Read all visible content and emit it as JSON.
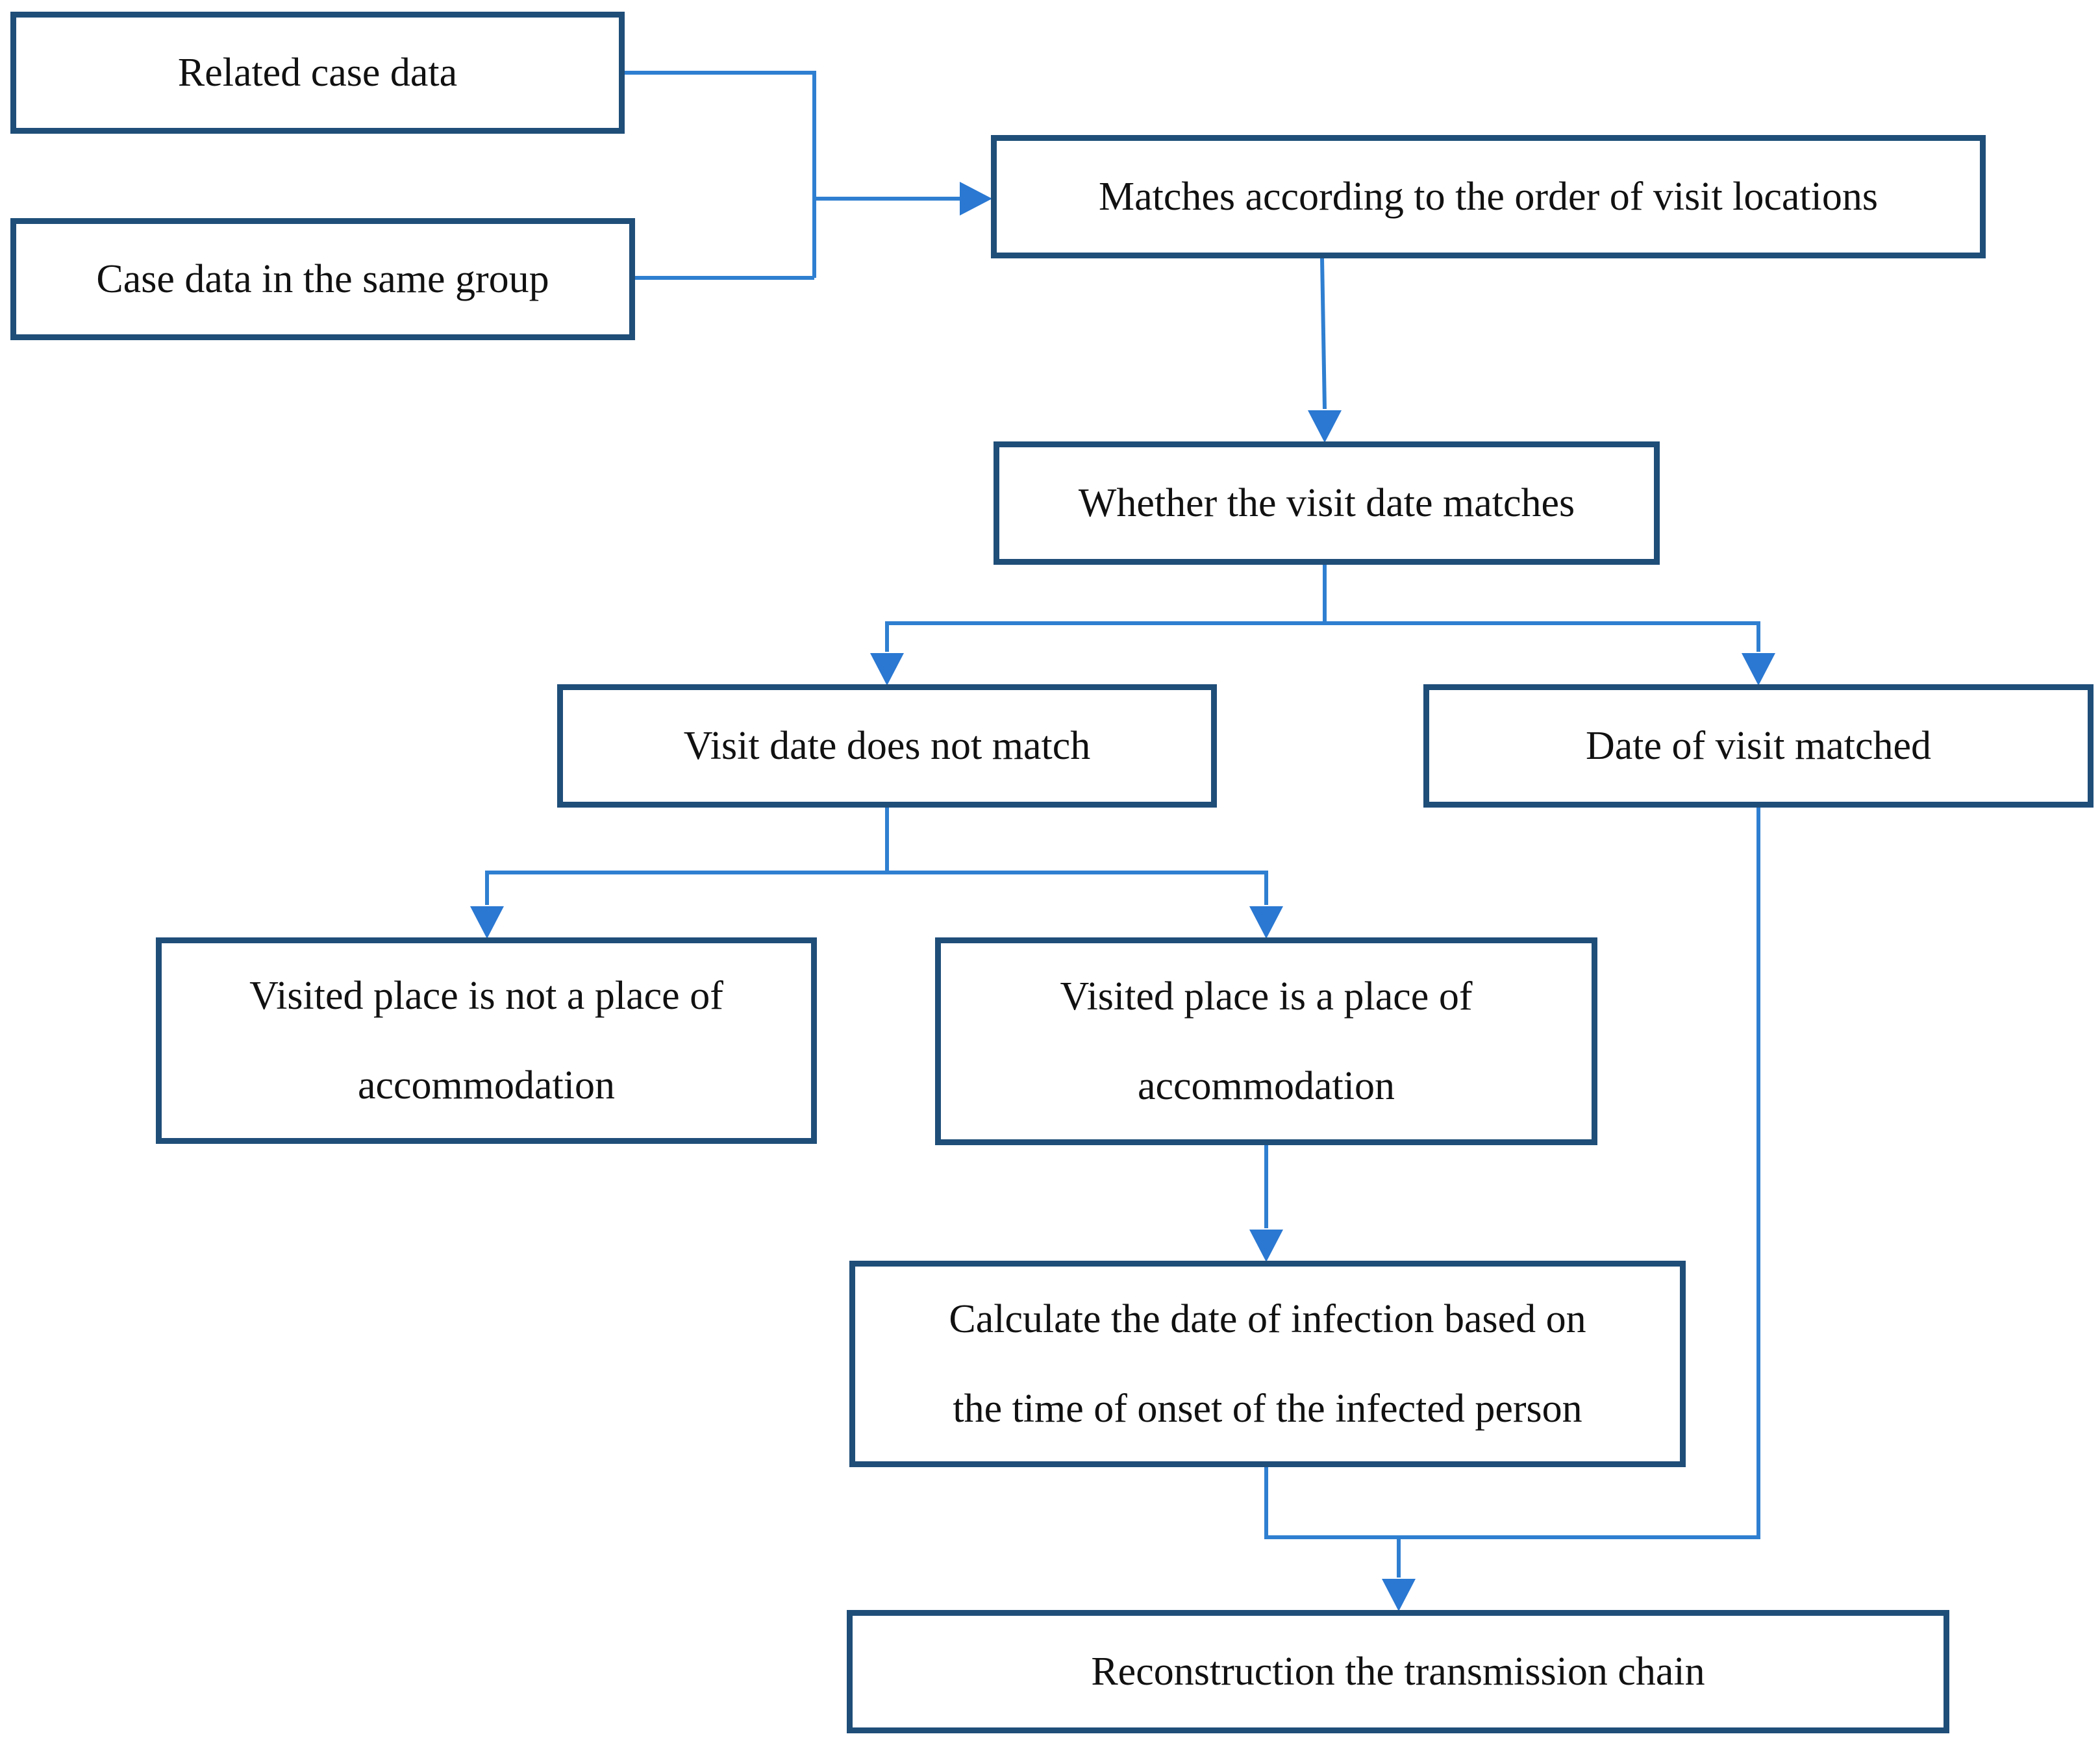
{
  "colors": {
    "box_border": "#1f4e79",
    "connector": "#2f7fd1",
    "arrowhead": "#2a78d2",
    "text": "#111111"
  },
  "nodes": {
    "related_case_data": {
      "lines": [
        "Related case data"
      ]
    },
    "case_data_same_group": {
      "lines": [
        "Case data in the same group"
      ]
    },
    "matches_order": {
      "lines": [
        "Matches according to the order of visit locations"
      ]
    },
    "whether_date_matches": {
      "lines": [
        "Whether the visit date matches"
      ]
    },
    "date_not_match": {
      "lines": [
        "Visit date does not match"
      ]
    },
    "date_matched": {
      "lines": [
        "Date of visit matched"
      ]
    },
    "not_accommodation": {
      "lines": [
        "Visited place is not a place of",
        "accommodation"
      ]
    },
    "is_accommodation": {
      "lines": [
        "Visited place is a place of",
        "accommodation"
      ]
    },
    "calculate_infection": {
      "lines": [
        "Calculate the date of infection based on",
        "the time of onset of the infected person"
      ]
    },
    "reconstruction": {
      "lines": [
        "Reconstruction the transmission chain"
      ]
    }
  },
  "edges": [
    {
      "from": "related_case_data",
      "to": "matches_order"
    },
    {
      "from": "case_data_same_group",
      "to": "matches_order"
    },
    {
      "from": "matches_order",
      "to": "whether_date_matches"
    },
    {
      "from": "whether_date_matches",
      "to": "date_not_match"
    },
    {
      "from": "whether_date_matches",
      "to": "date_matched"
    },
    {
      "from": "date_not_match",
      "to": "not_accommodation"
    },
    {
      "from": "date_not_match",
      "to": "is_accommodation"
    },
    {
      "from": "is_accommodation",
      "to": "calculate_infection"
    },
    {
      "from": "calculate_infection",
      "to": "reconstruction"
    },
    {
      "from": "date_matched",
      "to": "reconstruction"
    }
  ]
}
